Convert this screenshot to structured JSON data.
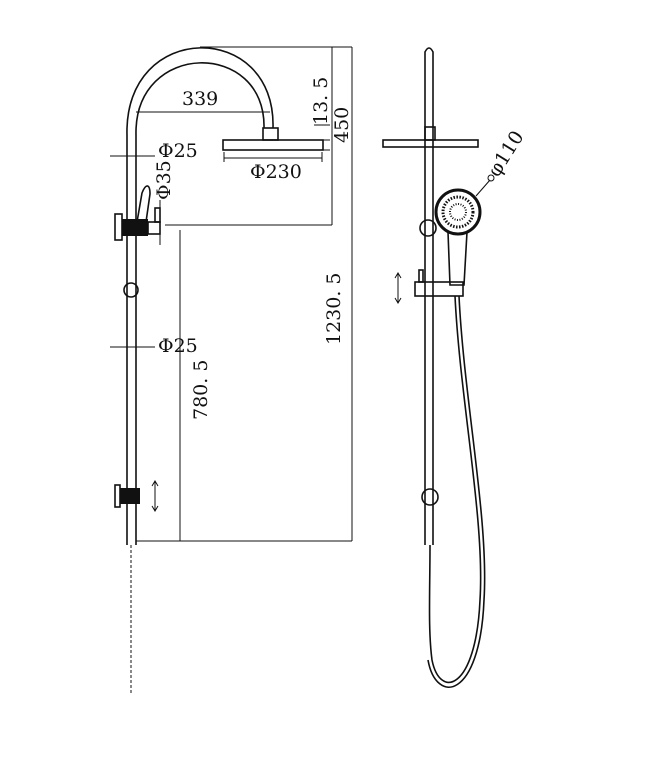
{
  "drawing": {
    "line_color": "#111111",
    "background": "#ffffff",
    "dimensions": {
      "arm_reach": "339",
      "head_offset": "13. 5",
      "arm_height": "450",
      "rail_od_top": "Φ25",
      "holder_dia": "Φ35",
      "head_dia": "Φ230",
      "total_height": "1230. 5",
      "rail_od_mid": "Φ25",
      "diverter_height": "780. 5",
      "handshower_dia": "φ110"
    }
  }
}
